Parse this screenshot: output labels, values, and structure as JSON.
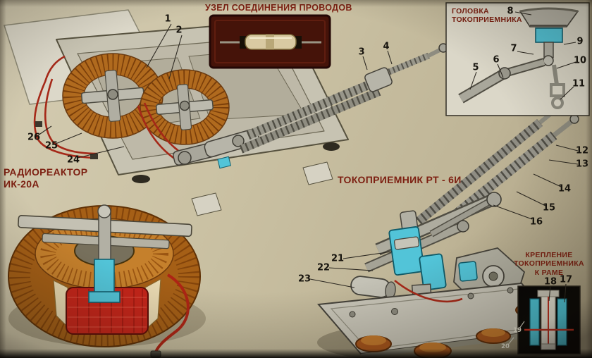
{
  "titles": {
    "wire_node": "УЗЕЛ СОЕДИНЕНИЯ ПРОВОДОВ",
    "head": [
      "ГОЛОВКА",
      "ТОКОПРИЕМНИКА"
    ],
    "reactor": [
      "РАДИОРЕАКТОР",
      "ИК-20А"
    ],
    "collector": "ТОКОПРИЕМНИК РТ - 6И",
    "mount": [
      "КРЕПЛЕНИЕ",
      "ТОКОПРИЕМНИКА",
      "К РАМЕ"
    ]
  },
  "callouts": [
    "1",
    "2",
    "3",
    "4",
    "5",
    "6",
    "7",
    "8",
    "9",
    "10",
    "11",
    "12",
    "13",
    "14",
    "15",
    "16",
    "17",
    "18",
    "19",
    "20",
    "21",
    "22",
    "23",
    "24",
    "25",
    "26"
  ],
  "colors": {
    "poster_background": "#cbc2a4",
    "title_text": "#7d2012",
    "callout_text": "#17140e",
    "copper_coil": "#b06a1e",
    "cyan_insulator": "#52c4d8",
    "red_cable": "#a82818",
    "red_winding": "#c6251a",
    "metal_gray": "#b2b0a4",
    "splice_inset_background": "#451309",
    "mount_inset_background": "#070605"
  }
}
